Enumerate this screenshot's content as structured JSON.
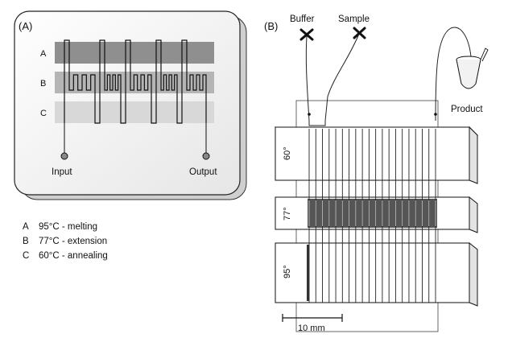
{
  "panel_a": {
    "label": "(A)",
    "rows": [
      "A",
      "B",
      "C"
    ],
    "input_label": "Input",
    "output_label": "Output",
    "colors": {
      "a_band": "#8f8f8f",
      "b_band": "#b5b5b5",
      "c_band": "#d8d8d8",
      "card": "#f4f4f4"
    }
  },
  "panel_b": {
    "label": "(B)",
    "buffer_label": "Buffer",
    "sample_label": "Sample",
    "product_label": "Product",
    "blocks": [
      {
        "temp": "60°"
      },
      {
        "temp": "77°"
      },
      {
        "temp": "95°"
      }
    ],
    "scale_label": "10 mm",
    "colors": {
      "extension_fill": "#555555"
    }
  },
  "legend": [
    {
      "key": "A",
      "text": "95°C - melting"
    },
    {
      "key": "B",
      "text": "77°C - extension"
    },
    {
      "key": "C",
      "text": "60°C - annealing"
    }
  ]
}
